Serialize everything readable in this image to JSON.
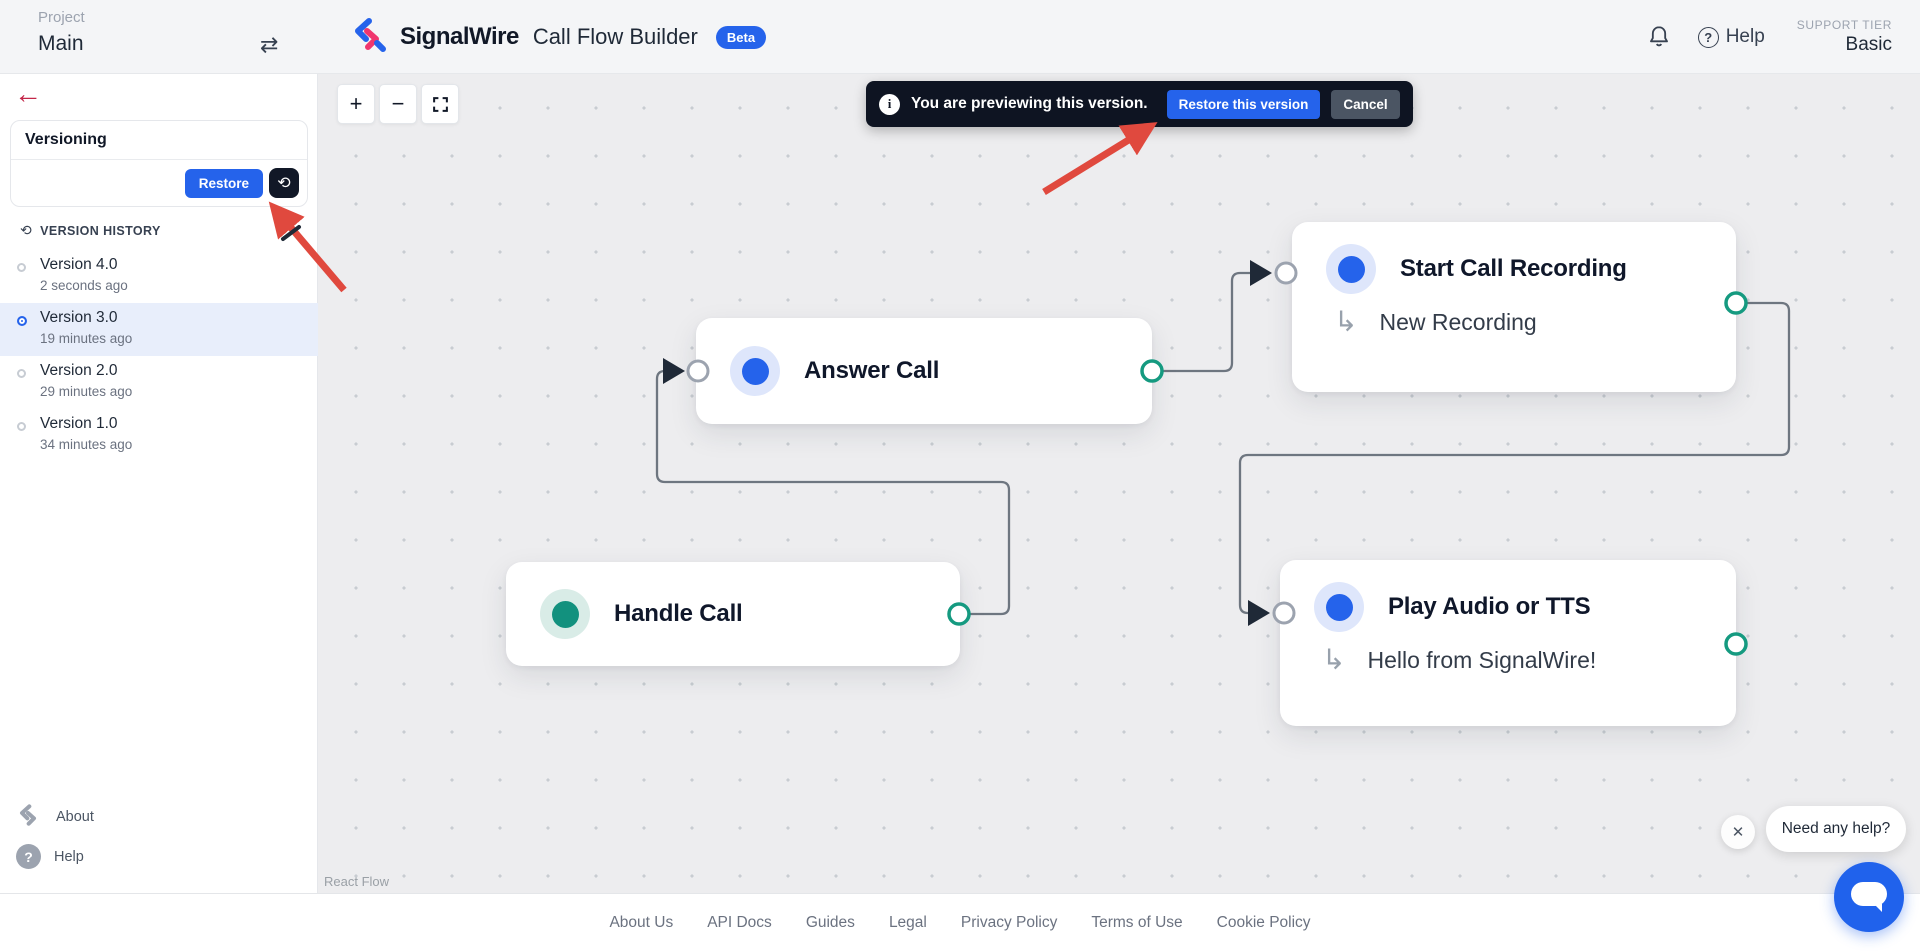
{
  "header": {
    "project_label": "Project",
    "project_name": "Main",
    "brand": "SignalWire",
    "app_title": "Call Flow Builder",
    "beta_badge": "Beta",
    "help_label": "Help",
    "support_tier_label": "SUPPORT TIER",
    "support_tier_value": "Basic"
  },
  "sidebar": {
    "back_icon": "←",
    "panel_title": "Versioning",
    "restore_button": "Restore",
    "history_restore_icon": "⟲",
    "history_title": "VERSION HISTORY",
    "versions": [
      {
        "name": "Version 4.0",
        "time": "2 seconds ago",
        "selected": false
      },
      {
        "name": "Version 3.0",
        "time": "19 minutes ago",
        "selected": true
      },
      {
        "name": "Version 2.0",
        "time": "29 minutes ago",
        "selected": false
      },
      {
        "name": "Version 1.0",
        "time": "34 minutes ago",
        "selected": false
      }
    ],
    "about_label": "About",
    "help_label": "Help"
  },
  "banner": {
    "info_icon": "i",
    "message": "You are previewing this version.",
    "restore_button": "Restore this version",
    "cancel_button": "Cancel"
  },
  "canvas": {
    "zoom_in_label": "+",
    "zoom_out_label": "−",
    "attribution": "React Flow",
    "nodes": [
      {
        "title": "Answer Call",
        "subtitle": ""
      },
      {
        "title": "Start Call Recording",
        "subtitle": "New Recording"
      },
      {
        "title": "Handle Call",
        "subtitle": ""
      },
      {
        "title": "Play Audio or TTS",
        "subtitle": "Hello from SignalWire!"
      }
    ],
    "sub_arrow_icon": "↳"
  },
  "footer": {
    "links": [
      "About Us",
      "API Docs",
      "Guides",
      "Legal",
      "Privacy Policy",
      "Terms of Use",
      "Cookie Policy"
    ]
  },
  "chat": {
    "tooltip": "Need any help?",
    "close_icon": "✕"
  },
  "colors": {
    "accent_blue": "#2563eb",
    "handle_teal": "#12917e",
    "annotation_red": "#e0493e",
    "banner_bg": "#0e1422",
    "back_arrow_red": "#c32648",
    "canvas_bg": "#ededef"
  }
}
